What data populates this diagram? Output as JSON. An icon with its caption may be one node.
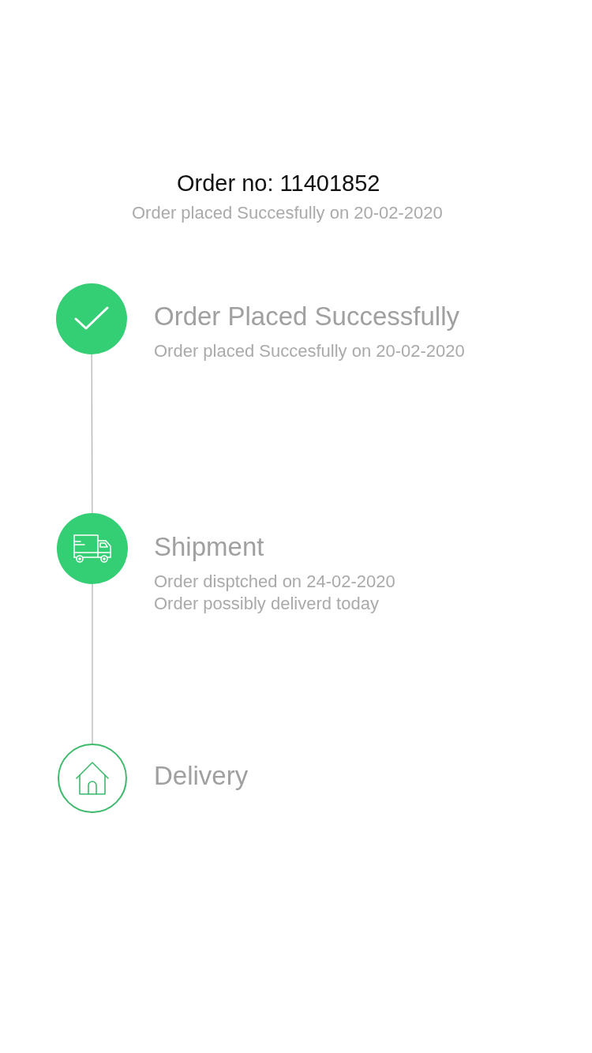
{
  "diagram": {
    "title": "Order no: 11401852",
    "nodes": [
      {
        "text": [],
        "shape": "circle",
        "beside": [
          "Order Placed Successfully",
          "Order placed Succesfully on 20-02-2020"
        ]
      },
      {
        "text": [],
        "shape": "circle",
        "beside": [
          "Shipment",
          "Order disptched on 24-02-2020",
          "Order possibly deliverd today"
        ]
      },
      {
        "text": [],
        "shape": "circle",
        "beside": [
          "Delivery"
        ]
      }
    ],
    "edges": [
      {
        "from": 0,
        "to": 1,
        "arrow": "none"
      },
      {
        "from": 1,
        "to": 2,
        "arrow": "none"
      }
    ],
    "labels": [
      "Order placed Succesfully on 20-02-2020"
    ]
  }
}
